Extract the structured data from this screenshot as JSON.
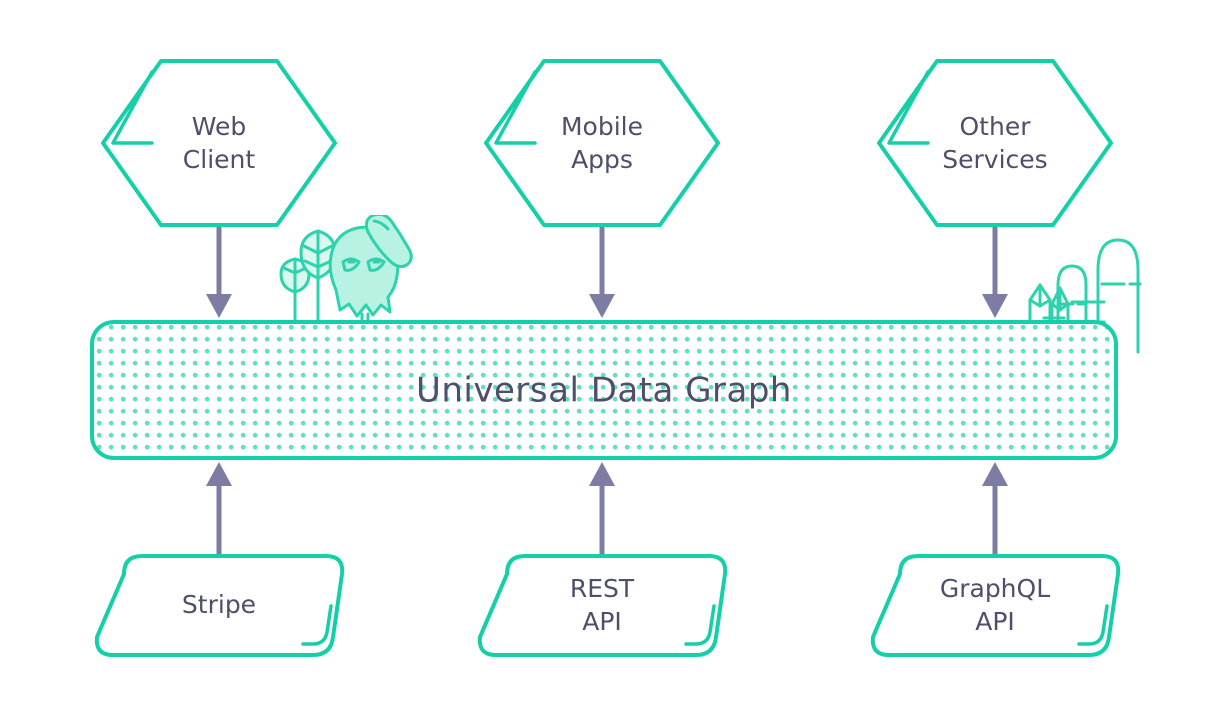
{
  "diagram": {
    "title": "Universal Data Graph",
    "accent_color": "#14cfa8",
    "text_color": "#4f4f6b",
    "arrow_color": "#7d7da3",
    "background_color": "#ffffff",
    "dot_color": "#5fe0c2",
    "decor_fill_color": "#b8f2e2"
  },
  "consumers": [
    {
      "id": "web-client",
      "line1": "Web",
      "line2": "Client",
      "shape": "hexagon"
    },
    {
      "id": "mobile-apps",
      "line1": "Mobile",
      "line2": "Apps",
      "shape": "hexagon"
    },
    {
      "id": "other-services",
      "line1": "Other",
      "line2": "Services",
      "shape": "hexagon"
    }
  ],
  "center": {
    "label": "Universal Data Graph",
    "shape": "dotted-rounded-bar"
  },
  "sources": [
    {
      "id": "stripe",
      "line1": "Stripe",
      "line2": "",
      "shape": "slanted-card"
    },
    {
      "id": "rest-api",
      "line1": "REST",
      "line2": "API",
      "shape": "slanted-card"
    },
    {
      "id": "graphql-api",
      "line1": "GraphQL",
      "line2": "API",
      "shape": "slanted-card"
    }
  ],
  "connections": {
    "downward_label": "consumer-to-graph",
    "upward_label": "source-to-graph"
  },
  "decorations": [
    {
      "id": "mascot-and-trees",
      "position": "left-of-bar"
    },
    {
      "id": "crystals-and-hills",
      "position": "right-of-bar"
    }
  ]
}
